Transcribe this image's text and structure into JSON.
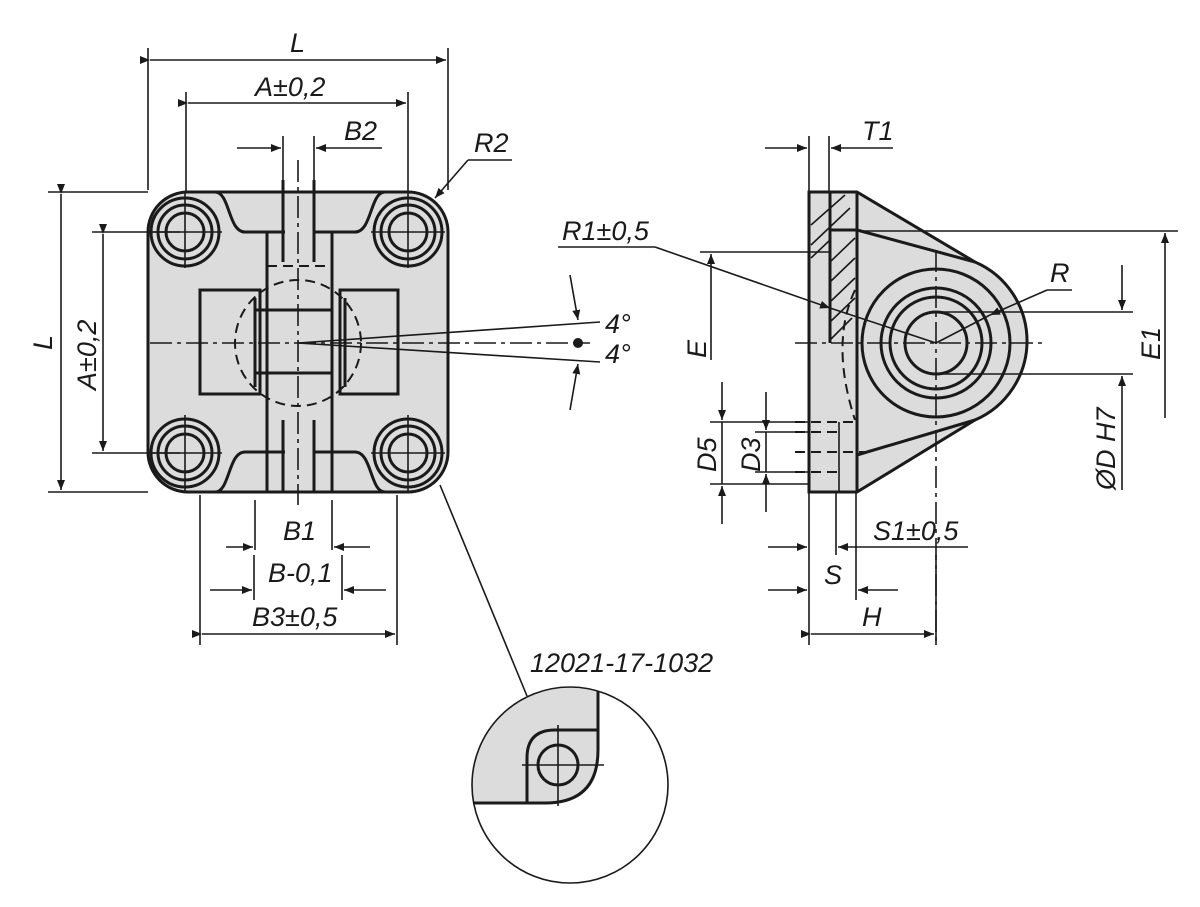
{
  "drawing": {
    "part_fill": "#dcdcdc",
    "line_color": "#1a1a1a",
    "front_view": {
      "labels": {
        "L_top": "L",
        "A_top": "A±0,2",
        "B2": "B2",
        "R2": "R2",
        "L_side": "L",
        "A_side": "A±0,2",
        "B1": "B1",
        "B": "B-0,1",
        "B3": "B3±0,5",
        "angle_upper": "4°",
        "angle_lower": "4°"
      }
    },
    "side_view": {
      "labels": {
        "T1": "T1",
        "R1": "R1±0,5",
        "R": "R",
        "E": "E",
        "E1": "E1",
        "D_H7": "ØD H7",
        "D5": "D5",
        "D3": "D3",
        "S1": "S1±0,5",
        "S": "S",
        "H": "H"
      }
    },
    "detail": {
      "reference": "12021-17-1032"
    }
  }
}
